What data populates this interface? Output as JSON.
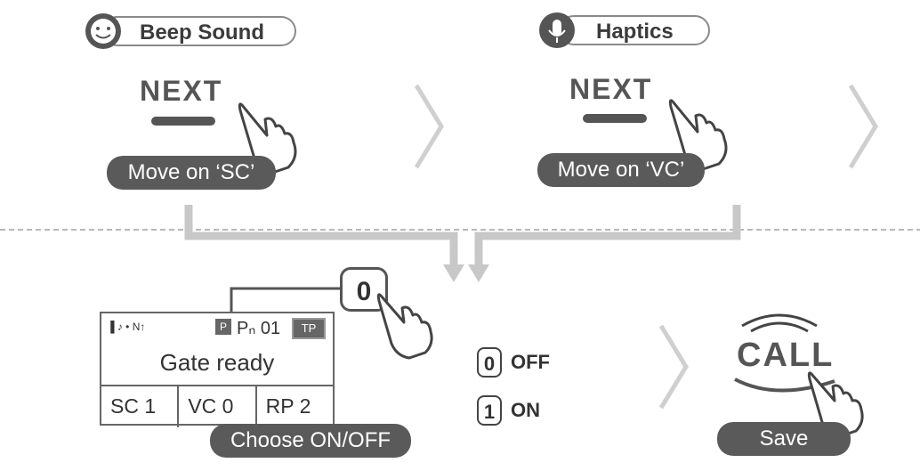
{
  "step1": {
    "pill_label": "Beep Sound",
    "next_label": "NEXT",
    "tag_label": "Move on ‘SC’",
    "icon": "beep-speech-icon"
  },
  "step2": {
    "pill_label": "Haptics",
    "next_label": "NEXT",
    "tag_label": "Move on ‘VC’",
    "icon": "microphone-icon"
  },
  "key_zero": "0",
  "lcd": {
    "status_icons": "▐ ♪ • N↑",
    "p_badge": "P",
    "ch_label": "Pₙ 01",
    "tp_badge": "TP",
    "main_text": "Gate ready",
    "cells": [
      "SC 1",
      "VC 0",
      "RP 2"
    ]
  },
  "choose_tag": "Choose ON/OFF",
  "options": [
    {
      "key": "0",
      "label": "OFF"
    },
    {
      "key": "1",
      "label": "ON"
    }
  ],
  "call_label": "CALL",
  "save_tag": "Save",
  "colors": {
    "dark": "#5a5a5a",
    "arrow": "#c8c8c8",
    "chevron": "#cfcfcf"
  }
}
